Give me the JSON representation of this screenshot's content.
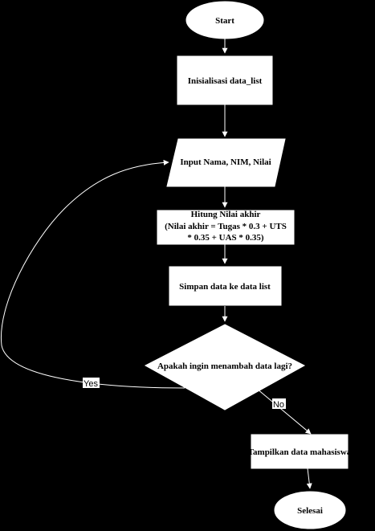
{
  "nodes": {
    "start": "Start",
    "init": "Inisialisasi data_list",
    "input": "Input Nama, NIM, Nilai",
    "compute_line1": "Hitung Nilai akhir",
    "compute_line2": "(Nilai akhir = Tugas * 0.3 + UTS",
    "compute_line3": "* 0.35 + UAS * 0.35)",
    "save": "Simpan data ke data list",
    "decision": "Apakah ingin menambah data lagi?",
    "display": "Tampilkan data mahasiswa",
    "end": "Selesai"
  },
  "edges": {
    "yes_label": "Yes",
    "no_label": "No"
  },
  "colors": {
    "background": "#000000",
    "shape_fill": "#ffffff",
    "line": "#ffffff",
    "text": "#000000"
  }
}
